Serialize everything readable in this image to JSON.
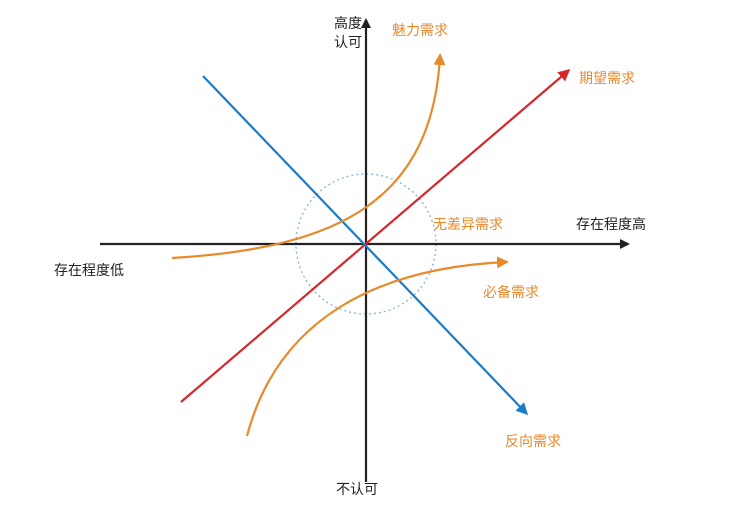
{
  "diagram": {
    "labels": {
      "y_top_line1": "高度",
      "y_top_line2": "认可",
      "y_bottom": "不认可",
      "x_right": "存在程度高",
      "x_left": "存在程度低",
      "attractive": "魅力需求",
      "expected": "期望需求",
      "indifferent": "无差异需求",
      "mustbe": "必备需求",
      "reverse": "反向需求"
    },
    "colors": {
      "axis": "#222222",
      "attractive_curve": "#e8892b",
      "mustbe_curve": "#e8892b",
      "expected_line": "#d7262b",
      "reverse_line": "#1a7bc8",
      "indifferent_circle": "#7fb3dd",
      "annotation_text": "#e8892b"
    }
  }
}
